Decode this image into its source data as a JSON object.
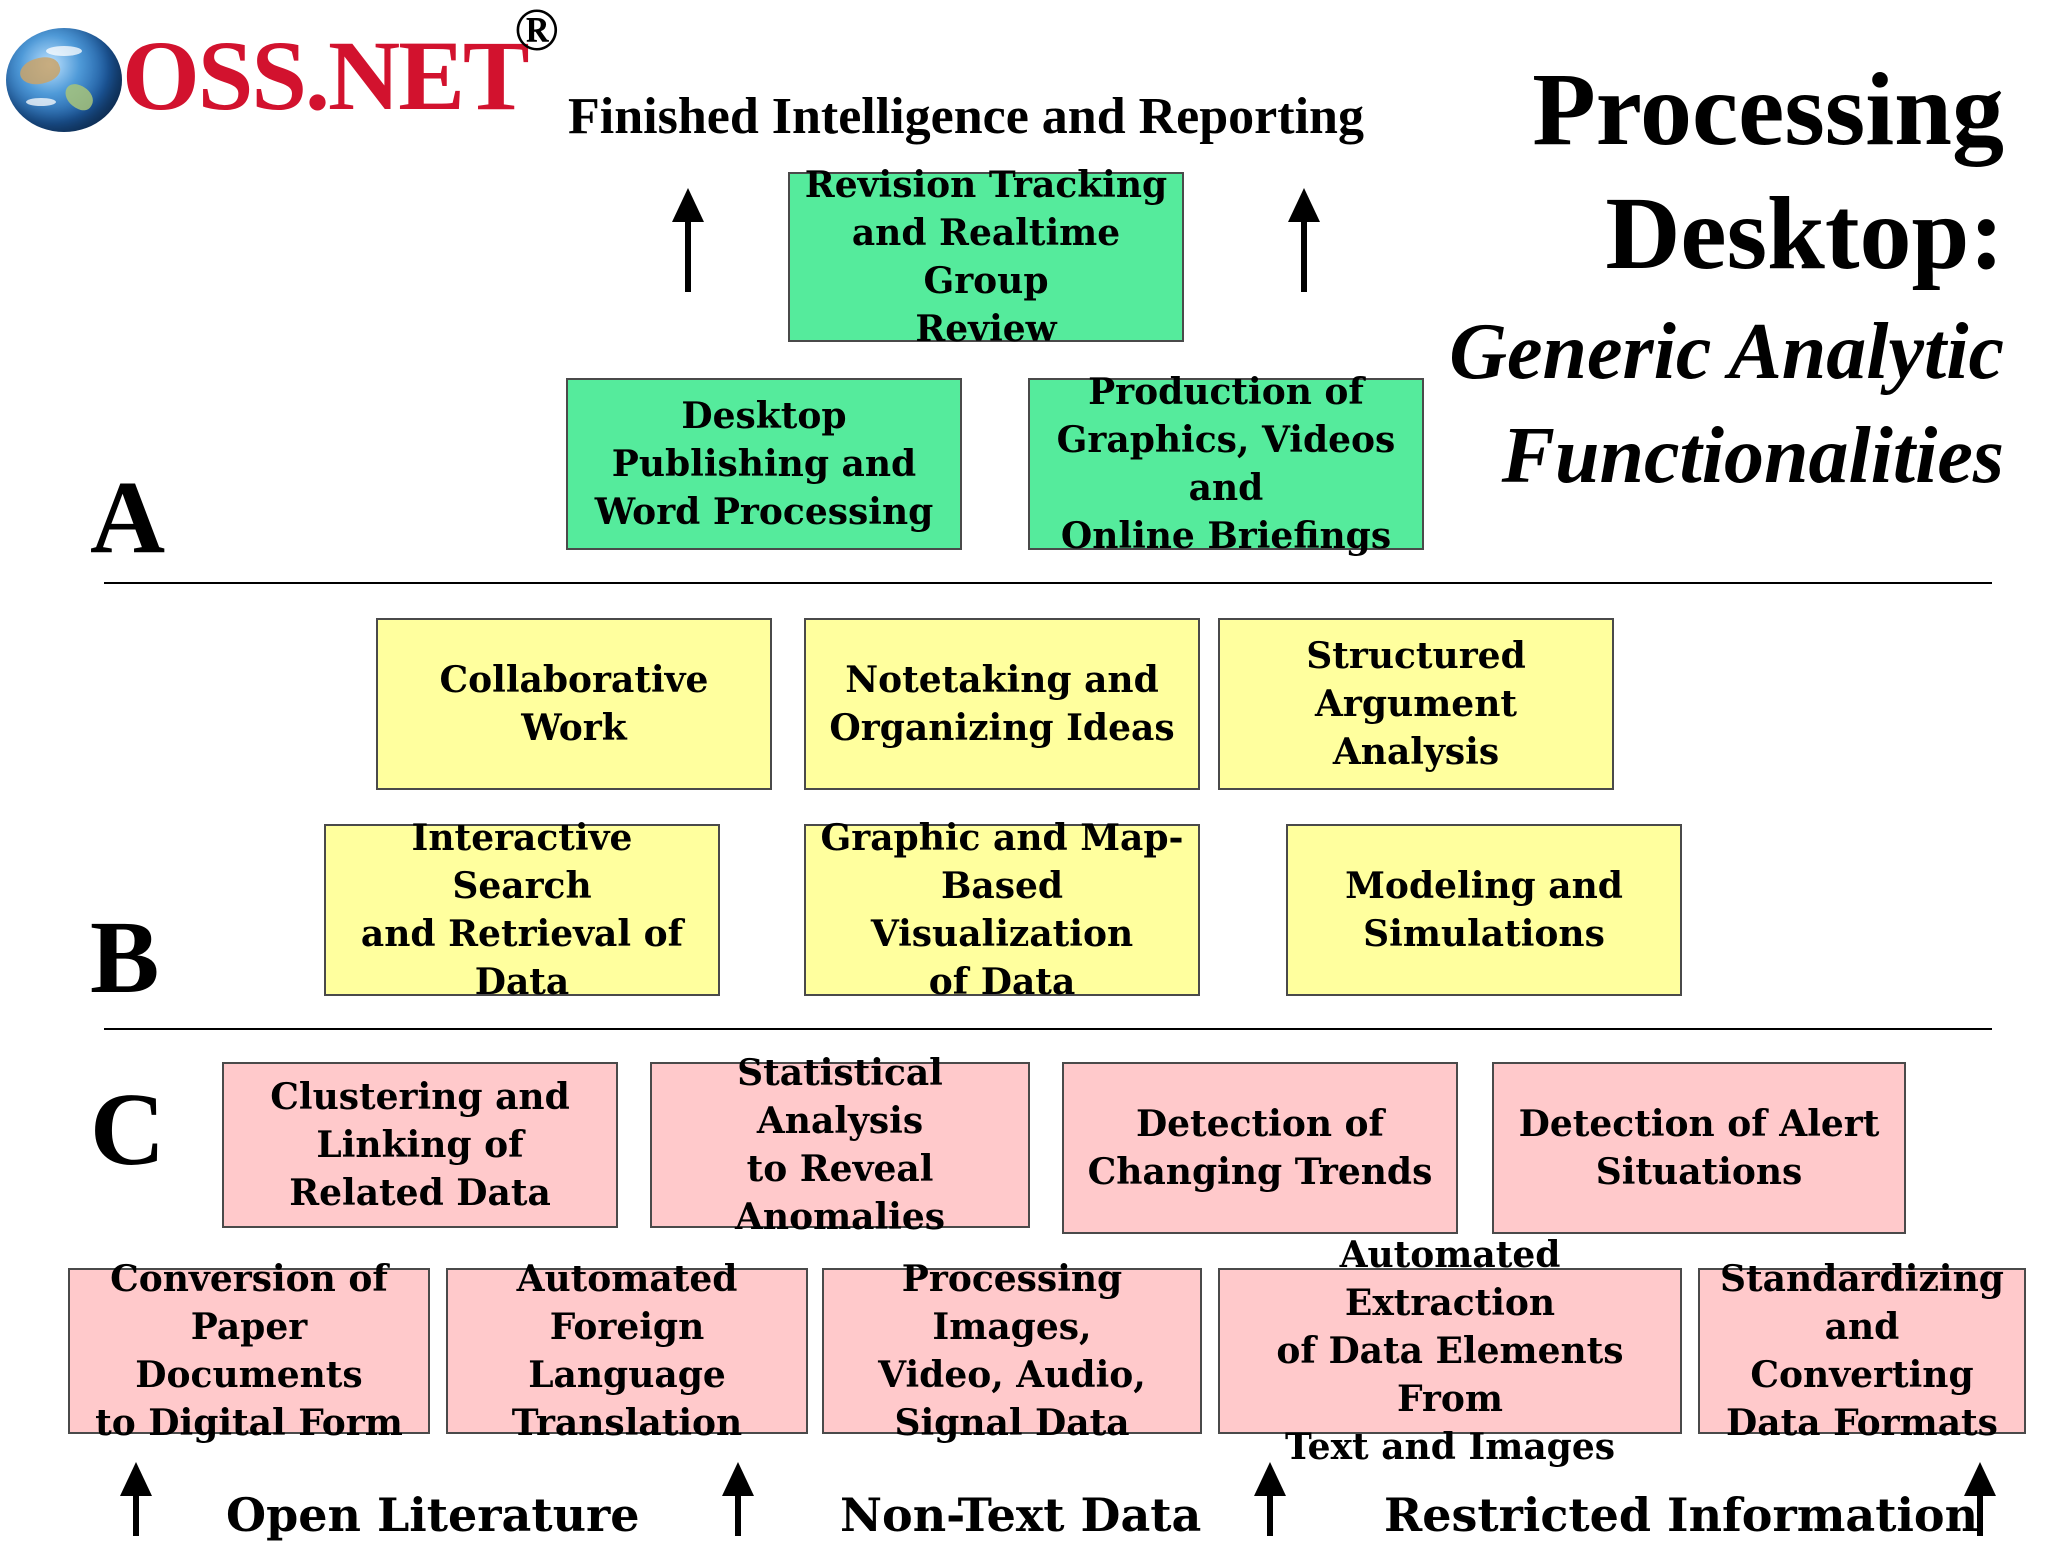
{
  "logo": {
    "text": "OSS.NET",
    "registered": "®",
    "icon": "globe-icon"
  },
  "top_heading": "Finished Intelligence and Reporting",
  "title": {
    "line1": "Processing",
    "line2": "Desktop:",
    "subtitle_line1": "Generic Analytic",
    "subtitle_line2": "Functionalities"
  },
  "sections": {
    "a": "A",
    "b": "B",
    "c": "C"
  },
  "colors": {
    "green": "#55eb9c",
    "yellow": "#ffff9e",
    "pink": "#ffc9cb"
  },
  "boxes": {
    "revision": "Revision Tracking\nand Realtime Group\nReview",
    "desktop_publishing": "Desktop\nPublishing and\nWord Processing",
    "production": "Production of\nGraphics, Videos and\nOnline Briefings",
    "collaborative": "Collaborative\nWork",
    "notetaking": "Notetaking and\nOrganizing Ideas",
    "structured": "Structured\nArgument\nAnalysis",
    "interactive_search": "Interactive Search\nand Retrieval of\nData",
    "graphic_map": "Graphic and Map-\nBased Visualization\nof Data",
    "modeling": "Modeling and\nSimulations",
    "clustering": "Clustering and\nLinking of\nRelated Data",
    "statistical": "Statistical Analysis\nto Reveal\nAnomalies",
    "changing_trends": "Detection of\nChanging Trends",
    "alert": "Detection of Alert\nSituations",
    "conversion": "Conversion of\nPaper Documents\nto Digital Form",
    "translation": "Automated\nForeign Language\nTranslation",
    "processing_images": "Processing Images,\nVideo, Audio,\nSignal Data",
    "extraction": "Automated Extraction\nof Data Elements From\nText and Images",
    "standardizing": "Standardizing\nand Converting\nData Formats"
  },
  "bottom_labels": {
    "open_literature": "Open Literature",
    "non_text": "Non-Text Data",
    "restricted": "Restricted Information"
  }
}
